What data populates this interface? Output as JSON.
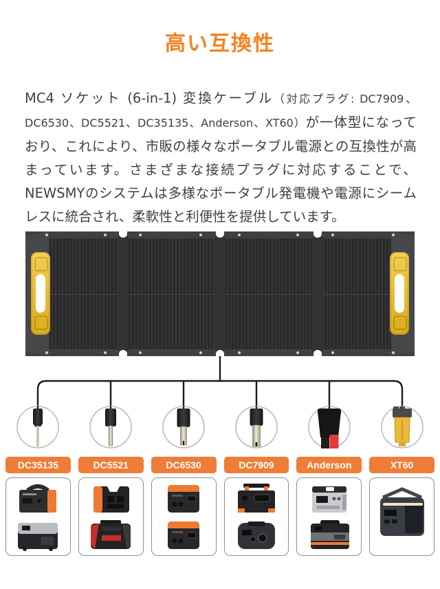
{
  "colors": {
    "accent": "#f5821f",
    "pill": "#ee7d37",
    "handle": "#f2c01d",
    "line": "#1a1a1a"
  },
  "header": {
    "title": "高い互換性"
  },
  "description": {
    "lead": "MC4 ソケット (6-in-1) 変換ケーブル",
    "paren": "（対応プラグ: DC7909、DC6530、DC5521、DC35135、Anderson、XT60）",
    "body": "が一体型になっており、これにより、市販の様々なポータブル電源との互換性が高まっています。さまざまな接続プラグに対応することで、NEWSMYのシステムは多様なポータブル発電機や電源にシームレスに統合され、柔軟性と利便性を提供しています。"
  },
  "diagram": {
    "connectors": [
      {
        "label": "DC35135",
        "icon": "dc35135-barrel-plug-icon"
      },
      {
        "label": "DC5521",
        "icon": "dc5521-barrel-plug-icon"
      },
      {
        "label": "DC6530",
        "icon": "dc6530-barrel-plug-icon"
      },
      {
        "label": "DC7909",
        "icon": "dc7909-barrel-plug-icon"
      },
      {
        "label": "Anderson",
        "icon": "anderson-plug-icon"
      },
      {
        "label": "XT60",
        "icon": "xt60-plug-icon"
      }
    ]
  }
}
